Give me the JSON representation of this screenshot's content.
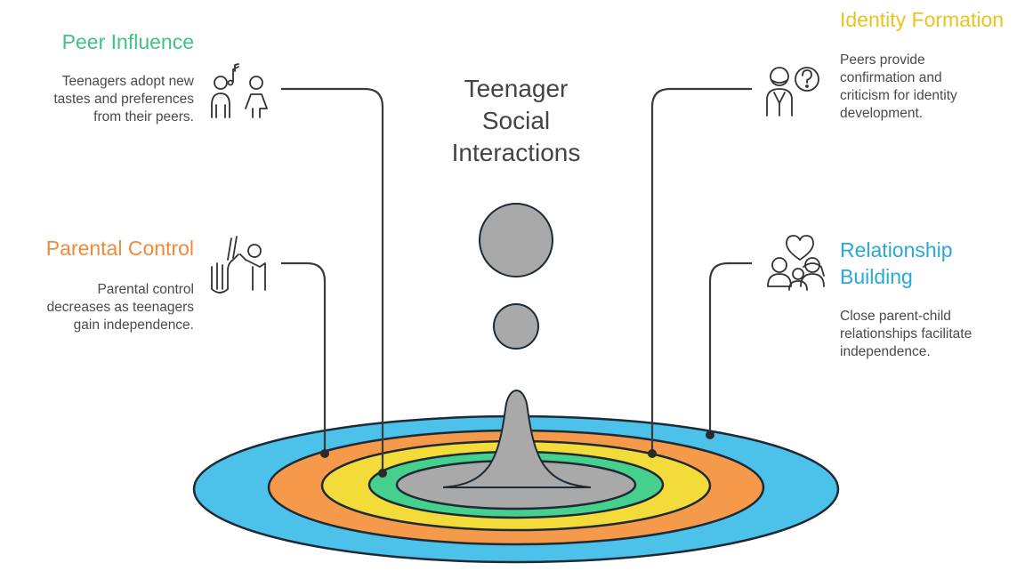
{
  "title": [
    "Teenager",
    "Social",
    "Interactions"
  ],
  "colors": {
    "peer_influence": "#3fc285",
    "identity_formation": "#e6c520",
    "parental_control": "#f08a3a",
    "relationship_building": "#28a9d6",
    "ring_blue": "#4cc1ea",
    "ring_orange": "#f59a4a",
    "ring_yellow": "#f3dc3a",
    "ring_green": "#45d08d",
    "center": "#a9a9a9"
  },
  "sections": {
    "peer_influence": {
      "heading": "Peer Influence",
      "desc": [
        "Teenagers adopt new",
        "tastes and preferences",
        "from their peers."
      ],
      "icon": "peers-music-icon"
    },
    "identity_formation": {
      "heading": "Identity Formation",
      "desc": [
        "Peers provide",
        "confirmation and",
        "criticism for identity",
        "development."
      ],
      "icon": "person-question-icon"
    },
    "parental_control": {
      "heading": "Parental Control",
      "desc": [
        "Parental control",
        "decreases as teenagers",
        "gain independence."
      ],
      "icon": "hand-raise-icon"
    },
    "relationship_building": {
      "heading": [
        "Relationship",
        "Building"
      ],
      "desc": [
        "Close parent-child",
        "relationships facilitate",
        "independence."
      ],
      "icon": "heart-people-icon"
    }
  }
}
